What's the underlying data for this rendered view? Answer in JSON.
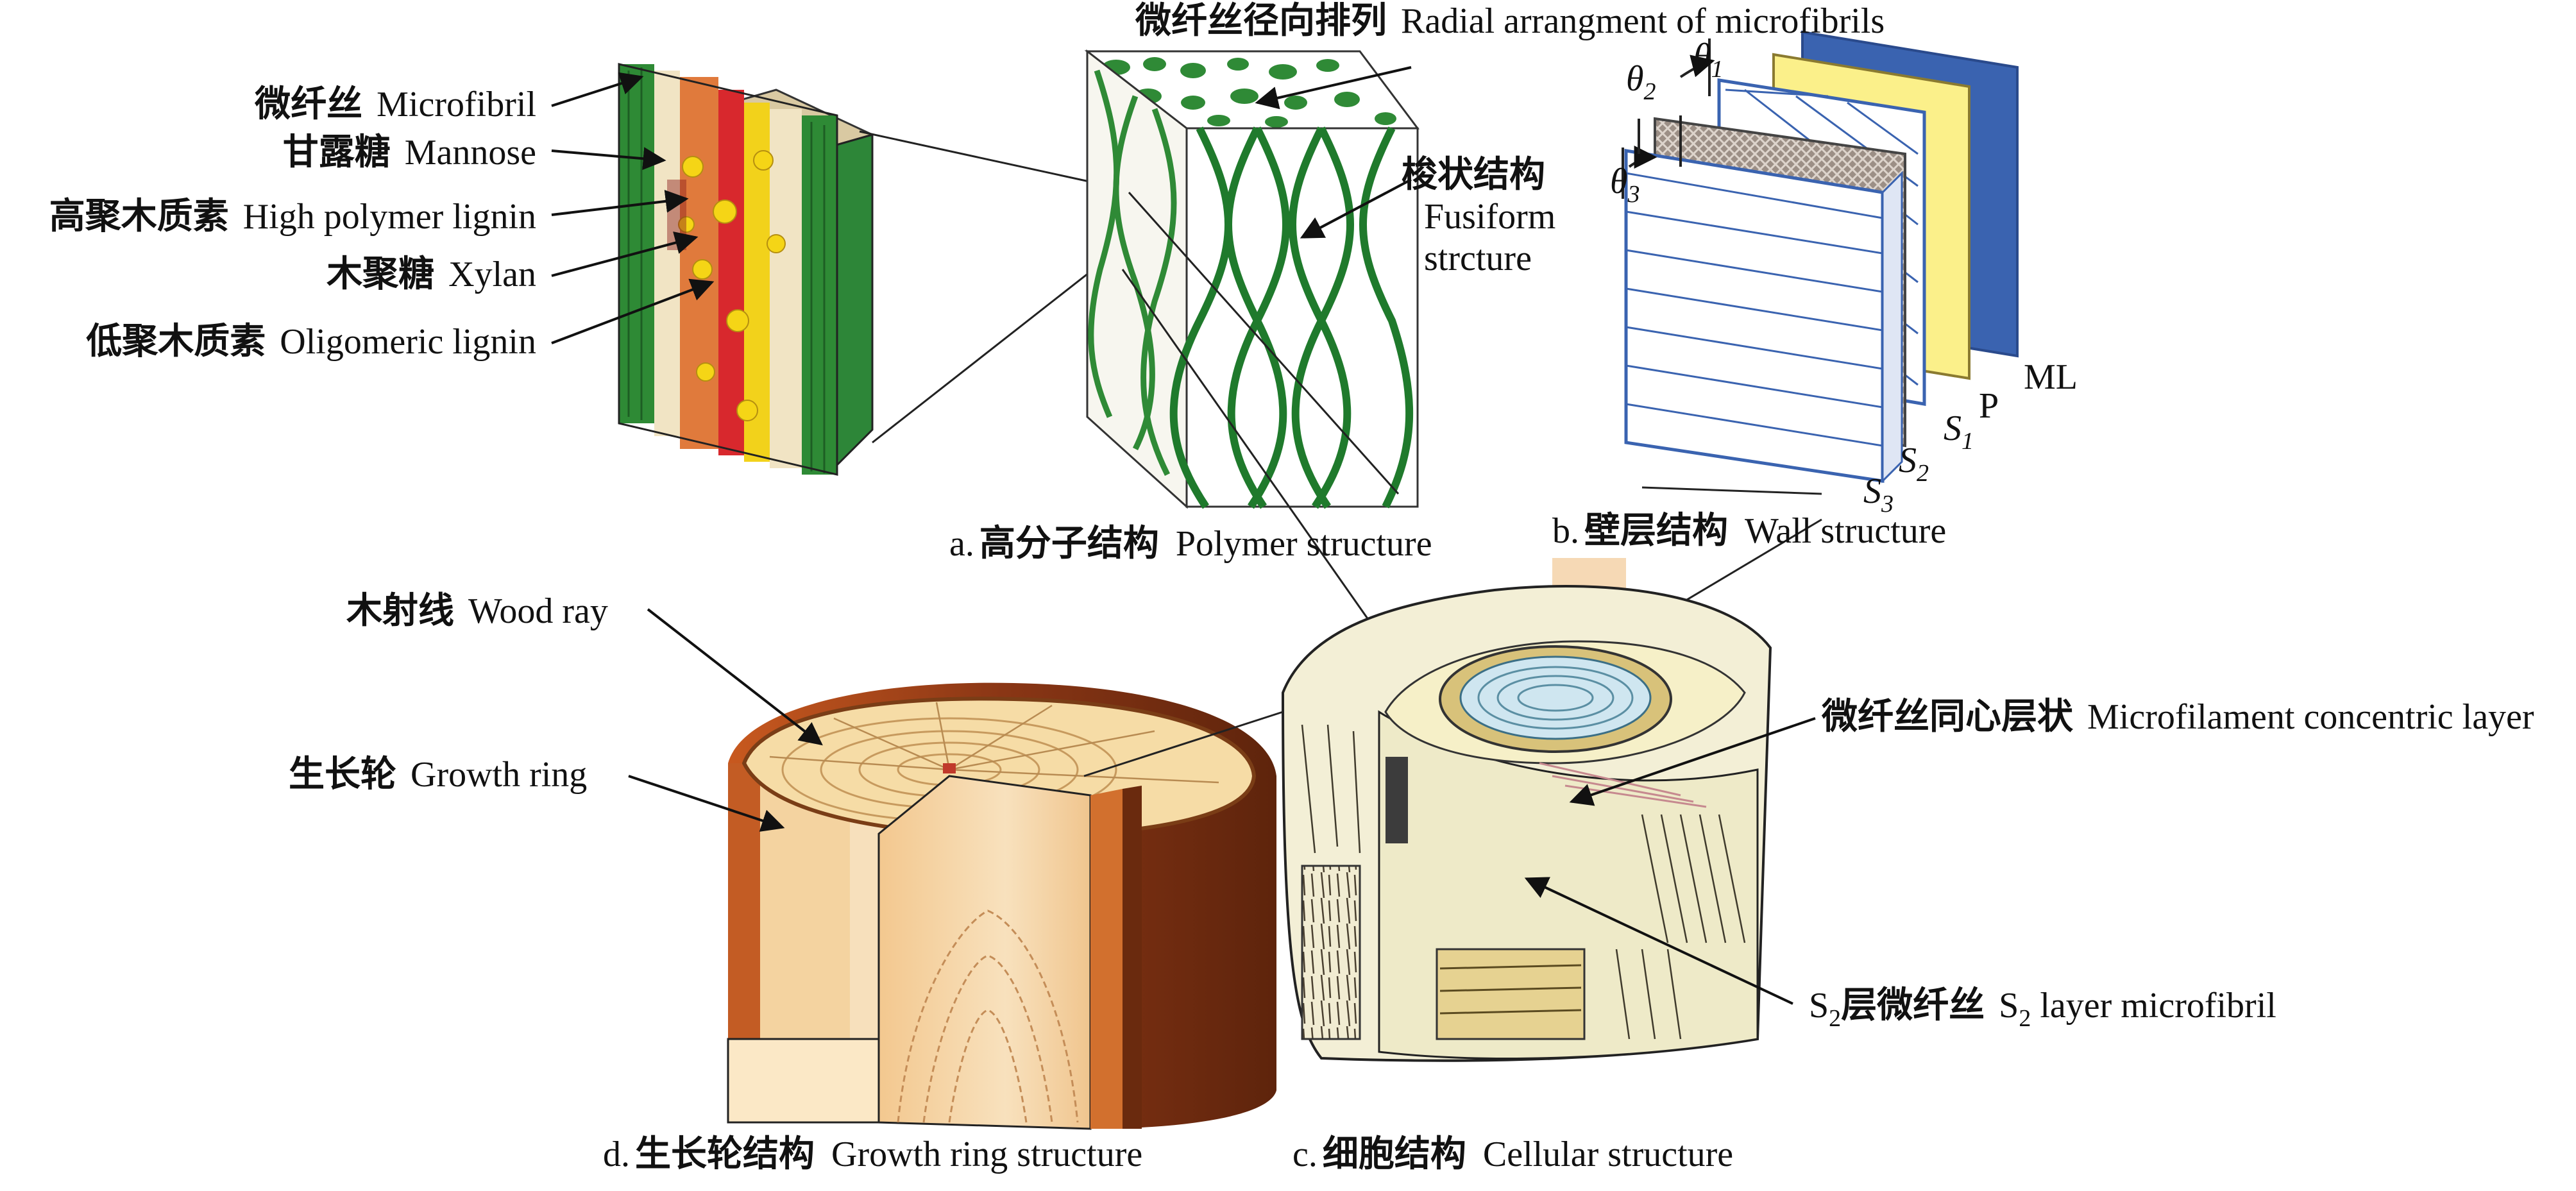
{
  "colors": {
    "fibril_green": "#2f8a36",
    "dark_green": "#1f6b2a",
    "lignin_red": "#d8282d",
    "xylan_yellow": "#f2d21b",
    "layer_blue": "#3a63b0",
    "layer_yellow": "#fbf08a",
    "wood_light": "#f6d9a9",
    "wood_dark": "#8a3e17"
  },
  "polymer_labels": [
    {
      "zh": "微纤丝",
      "en": "Microfibril"
    },
    {
      "zh": "甘露糖",
      "en": "Mannose"
    },
    {
      "zh": "高聚木质素",
      "en": "High polymer lignin"
    },
    {
      "zh": "木聚糖",
      "en": "Xylan"
    },
    {
      "zh": "低聚木质素",
      "en": "Oligomeric lignin"
    }
  ],
  "radial": {
    "zh": "微纤丝径向排列",
    "en": "Radial arrangment of microfibrils"
  },
  "fusiform": {
    "zh": "梭状结构",
    "en_line1": "Fusiform",
    "en_line2": "strcture"
  },
  "wall": {
    "theta1": "θ",
    "theta1_sub": "1",
    "theta2": "θ",
    "theta2_sub": "2",
    "theta3": "θ",
    "theta3_sub": "3",
    "ml": "ML",
    "p": "P",
    "s1": "S",
    "s1_sub": "1",
    "s2": "S",
    "s2_sub": "2",
    "s3": "S",
    "s3_sub": "3"
  },
  "captions": {
    "a": {
      "prefix": "a.",
      "zh": "高分子结构",
      "en": "Polymer structure"
    },
    "b": {
      "prefix": "b.",
      "zh": "壁层结构",
      "en": "Wall structure"
    },
    "c": {
      "prefix": "c.",
      "zh": "细胞结构",
      "en": "Cellular structure"
    },
    "d": {
      "prefix": "d.",
      "zh": "生长轮结构",
      "en": "Growth ring structure"
    }
  },
  "wood_ray": {
    "zh": "木射线",
    "en": "Wood ray"
  },
  "growth_ring": {
    "zh": "生长轮",
    "en": "Growth ring"
  },
  "concentric": {
    "zh": "微纤丝同心层状",
    "en": "Microfilament concentric layer"
  },
  "s2_layer": {
    "s": "S",
    "sub": "2",
    "zh": "层微纤丝",
    "en_s": "S",
    "en_sub": "2",
    "en": "layer microfibril"
  }
}
